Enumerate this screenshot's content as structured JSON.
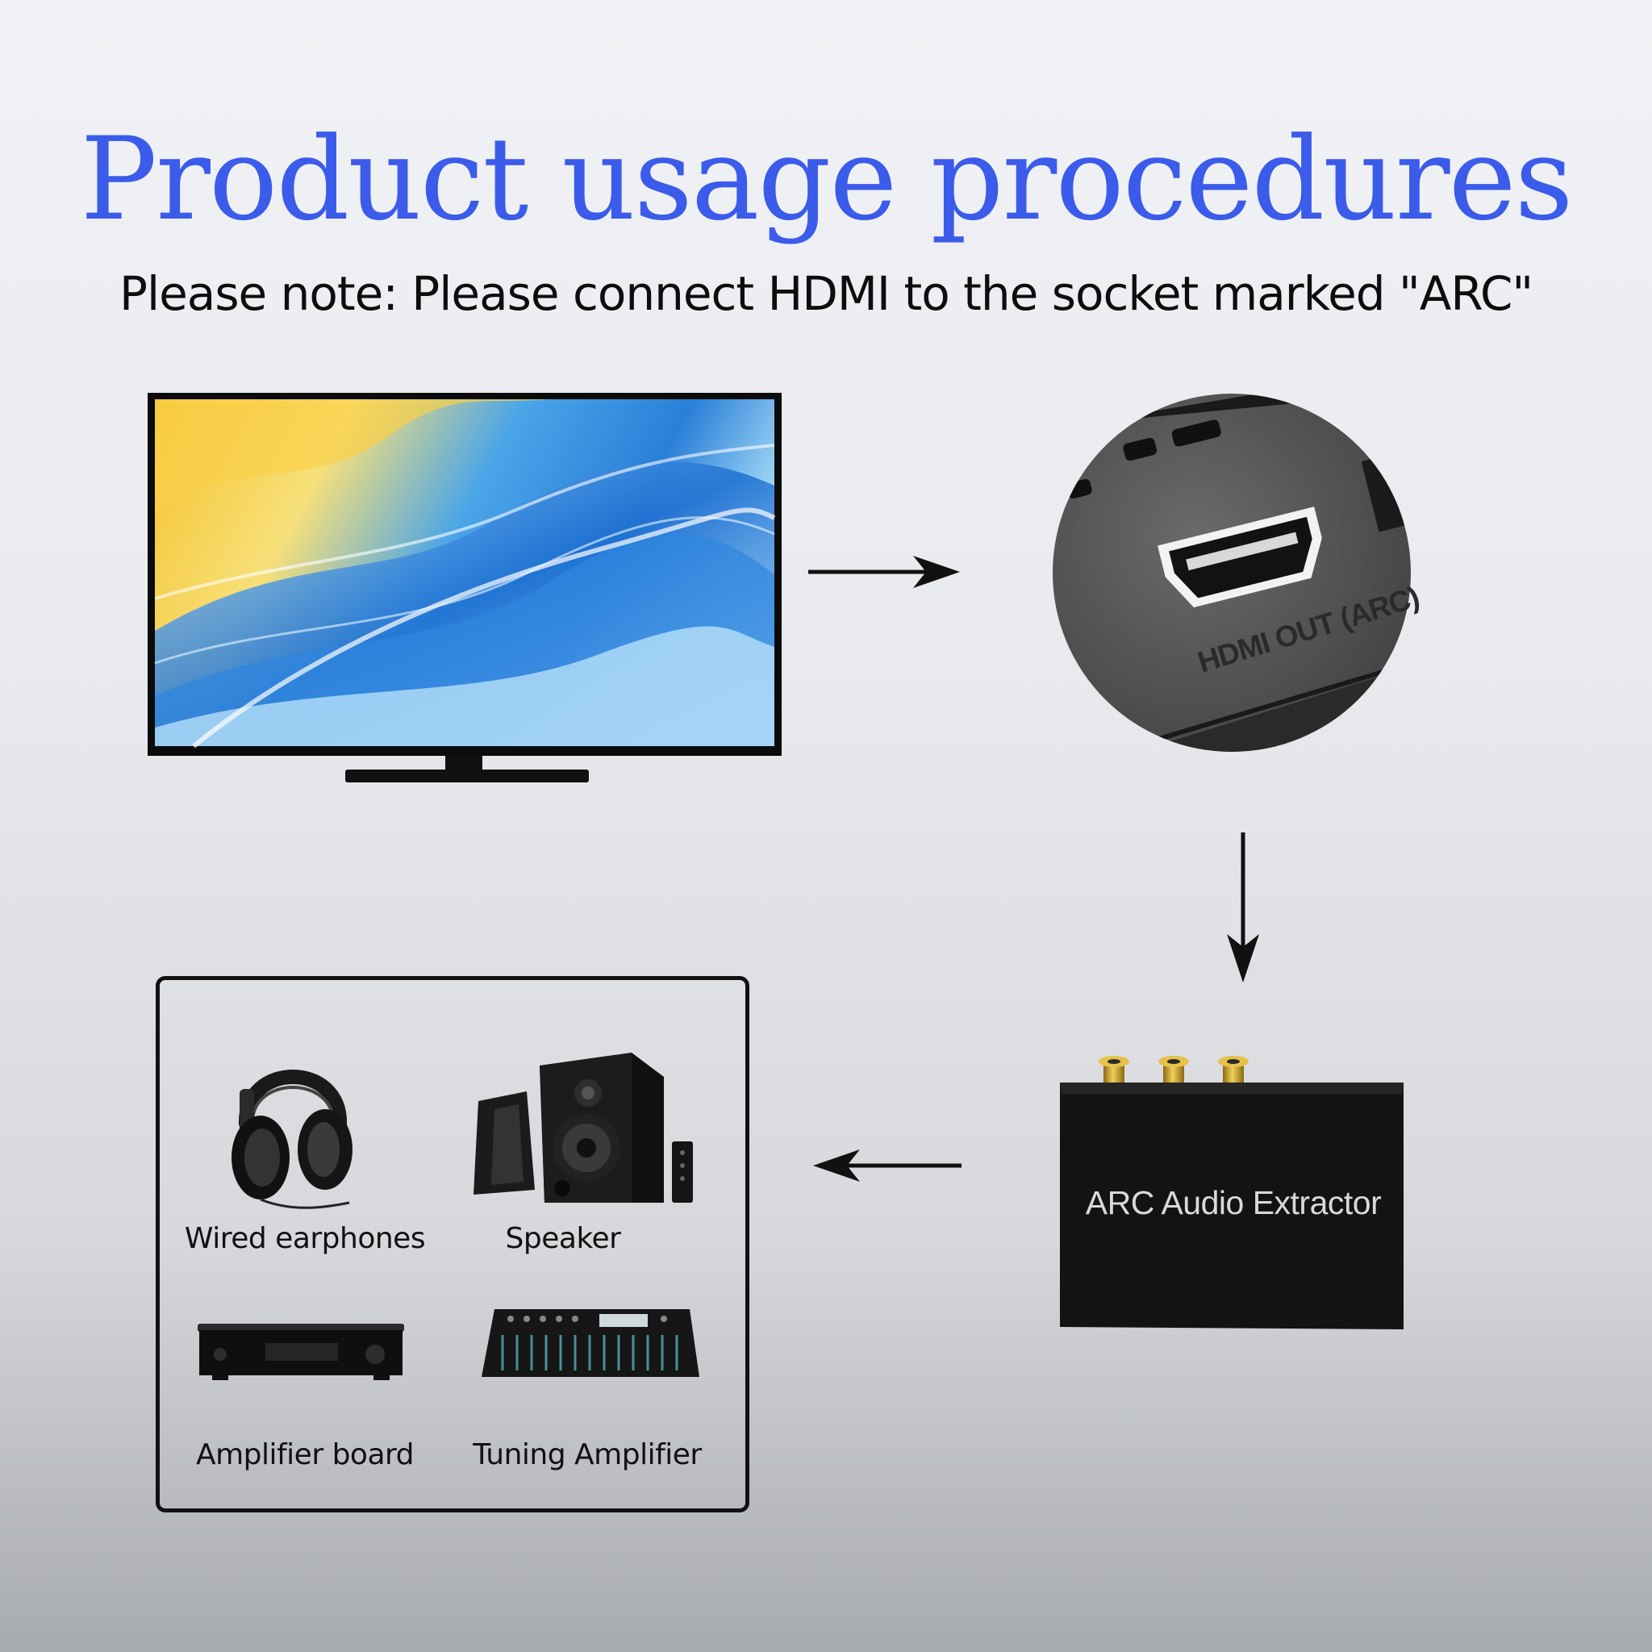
{
  "title": "Product usage procedures",
  "note": "Please note: Please connect HDMI to the socket marked \"ARC\"",
  "port_closeup": {
    "label": "HDMI OUT (ARC)"
  },
  "extractor": {
    "label": "ARC Audio Extractor"
  },
  "devices": [
    {
      "label": "Wired earphones",
      "icon": "headphones-icon"
    },
    {
      "label": "Speaker",
      "icon": "speaker-icon"
    },
    {
      "label": "Amplifier board",
      "icon": "amplifier-icon"
    },
    {
      "label": "Tuning Amplifier",
      "icon": "mixer-icon"
    }
  ],
  "colors": {
    "title": "#3b5bea",
    "text": "#0d0d0d",
    "device_body": "#151515",
    "rca_gold": "#c9a12d"
  }
}
